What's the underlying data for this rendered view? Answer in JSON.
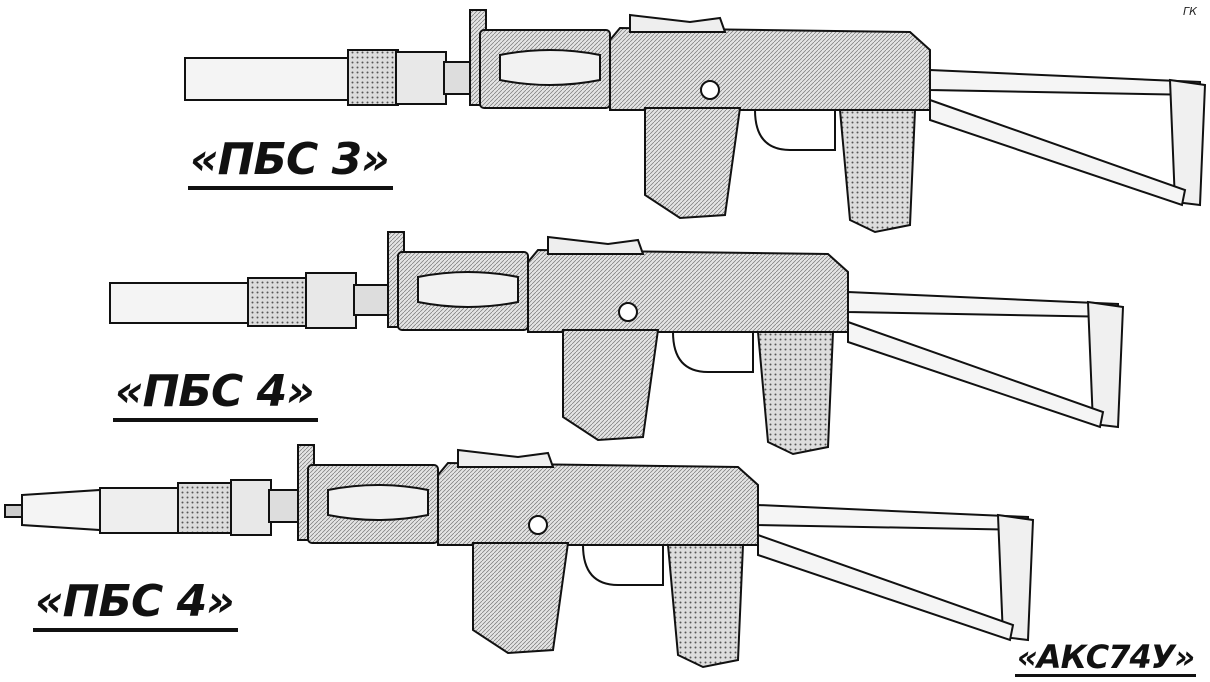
{
  "signature": "ГК",
  "labels": {
    "rifle1": "«ПБС 3»",
    "rifle2": "«ПБС 4»",
    "rifle3": "«ПБС 4»",
    "model": "«АКС74У»"
  }
}
